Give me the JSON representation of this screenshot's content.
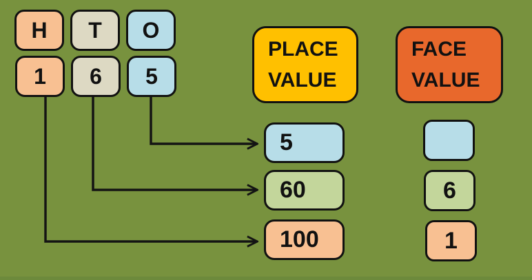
{
  "background_color": "#78923E",
  "line_color": "#141414",
  "number": {
    "value_shown": "165",
    "columns": [
      {
        "label": "H",
        "digit": "1",
        "color": "#F8C092"
      },
      {
        "label": "T",
        "digit": "6",
        "color": "#DDD9C3"
      },
      {
        "label": "O",
        "digit": "5",
        "color": "#B7DDE8"
      }
    ]
  },
  "place_value": {
    "title": "PLACE VALUE",
    "header_color": "#FFC000",
    "items": [
      {
        "value": "5",
        "color": "#B7DDE8"
      },
      {
        "value": "60",
        "color": "#C3D69B"
      },
      {
        "value": "100",
        "color": "#F8C092"
      }
    ]
  },
  "face_value": {
    "title": "FACE VALUE",
    "header_color": "#E8682C",
    "items": [
      {
        "value": "",
        "color": "#B7DDE8"
      },
      {
        "value": "6",
        "color": "#C3D69B"
      },
      {
        "value": "1",
        "color": "#F8C092"
      }
    ]
  }
}
